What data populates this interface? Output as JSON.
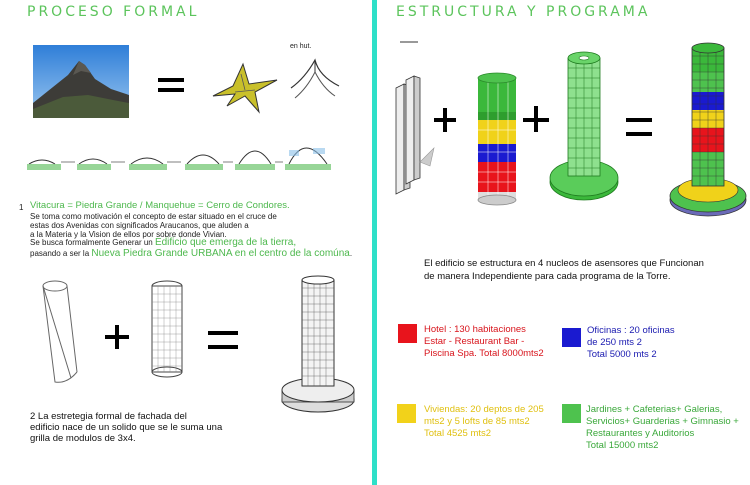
{
  "left": {
    "title": "PROCESO FORMAL",
    "para1": {
      "number": "1",
      "heading": "Vitacura = Piedra Grande /  Manquehue = Cerro de Condores.",
      "line1": "Se toma como motivación el concepto de estar situado en el cruce de",
      "line2": "estas dos Avenidas con significados Araucanos, que aluden a",
      "line3": "a la Materia y la Vision de ellos por sobre donde Vivian.",
      "line4a": "Se busca formalmente Generar un ",
      "line4b": "Edificio que emerga de la tierra,",
      "line5a": "pasando a ser la ",
      "line5b": "Nueva Piedra Grande URBANA en el centro de la comúna",
      "line5c": "."
    },
    "sketch_note": "en hut.",
    "para2": {
      "line1": "2 La estretegia formal de  fachada del",
      "line2": "edificio  nace de un solido que se le suma una",
      "line3": "grilla de modulos de 3x4."
    }
  },
  "right": {
    "title": "ESTRUCTURA Y PROGRAMA",
    "desc_line1": "El edificio se estructura en 4 nucleos de asensores que  Funcionan",
    "desc_line2": "de manera  Independiente para cada programa de la Torre.",
    "legend": [
      {
        "color": "#e8141c",
        "text_color": "#d8141c",
        "lines": [
          "Hotel : 130 habitaciones",
          "Estar - Restaurant  Bar -",
          "Piscina Spa. Total 8000mts2"
        ]
      },
      {
        "color": "#1a1ad0",
        "text_color": "#1a1ab0",
        "lines": [
          "Oficinas : 20 oficinas",
          "de 250 mts 2",
          "Total 5000 mts 2"
        ]
      },
      {
        "color": "#f2d21a",
        "text_color": "#e0c010",
        "lines": [
          "Viviendas: 20 deptos de 205",
          "mts2  y 5 lofts de 85 mts2",
          "Total 4525 mts2"
        ]
      },
      {
        "color": "#4ec24e",
        "text_color": "#3aa83a",
        "lines": [
          "Jardines + Cafeterias+ Galerias,",
          "Servicios+ Guarderias + Gimnasio +",
          "Restaurantes y Auditorios",
          "Total 15000 mts2"
        ]
      }
    ]
  }
}
